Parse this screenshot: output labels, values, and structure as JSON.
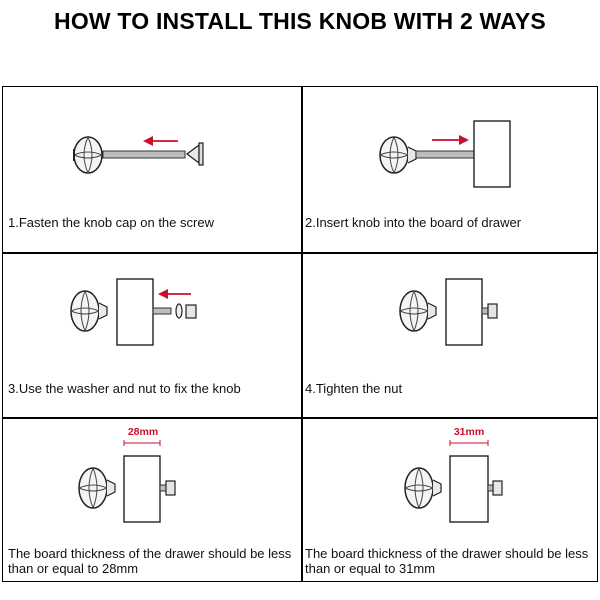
{
  "title": "HOW TO INSTALL THIS KNOB WITH 2 WAYS",
  "steps": [
    {
      "caption": "1.Fasten the knob cap on the screw"
    },
    {
      "caption": "2.Insert knob into the board of drawer"
    },
    {
      "caption": "3.Use the washer and nut to fix the knob"
    },
    {
      "caption": "4.Tighten the nut"
    },
    {
      "caption": "The board thickness of the drawer should be less than or equal to 28mm",
      "measure": "28mm"
    },
    {
      "caption": "The board thickness of the drawer should be less than or equal to 31mm",
      "measure": "31mm"
    }
  ],
  "colors": {
    "arrow": "#c8102e",
    "line": "#000000"
  }
}
